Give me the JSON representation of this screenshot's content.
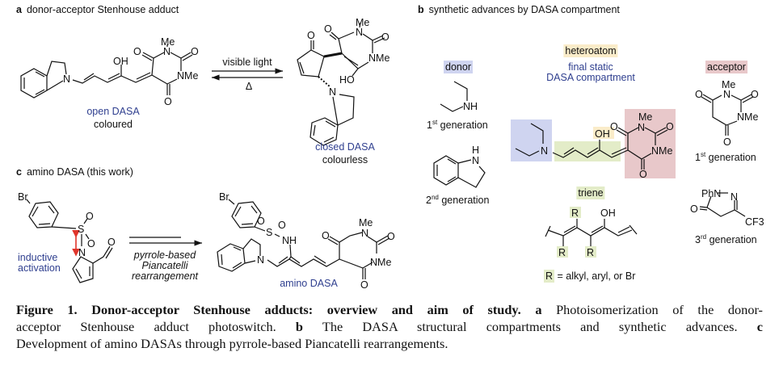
{
  "panel_a": {
    "letter": "a",
    "title": "donor-acceptor Stenhouse adduct",
    "open_label": "open DASA",
    "open_state": "coloured",
    "forward_condition": "visible light",
    "reverse_condition": "Δ",
    "closed_label": "closed DASA",
    "closed_state": "colourless",
    "open_atoms": [
      "N",
      "OH",
      "O",
      "N",
      "Me",
      "O",
      "NMe",
      "O"
    ],
    "closed_atoms": [
      "O",
      "O",
      "N",
      "Me",
      "O",
      "NMe",
      "HO",
      "N"
    ]
  },
  "panel_b": {
    "letter": "b",
    "title": "synthetic advances by DASA compartment",
    "donor": "donor",
    "heteroatom": "heteroatom",
    "final_static": "final static",
    "dasa_compartment": "DASA compartment",
    "acceptor": "acceptor",
    "triene": "triene",
    "donor_gen1": {
      "num": "1",
      "sup": "st",
      "text": "generation"
    },
    "donor_gen2": {
      "num": "2",
      "sup": "nd",
      "text": "generation"
    },
    "acceptor_gen1": {
      "num": "1",
      "sup": "st",
      "text": "generation"
    },
    "acceptor_gen3": {
      "num": "3",
      "sup": "rd",
      "text": "generation"
    },
    "r_definition": {
      "r": "R",
      "text": "=  alkyl, aryl, or Br"
    },
    "donor1_atoms": [
      "NH"
    ],
    "donor2_atoms": [
      "H",
      "N"
    ],
    "core_atoms": [
      "N",
      "OH",
      "O",
      "Me",
      "N",
      "O",
      "NMe",
      "O"
    ],
    "triene_atoms": [
      "R",
      "OH",
      "R",
      "R"
    ],
    "acceptor1_atoms": [
      "Me",
      "N",
      "O",
      "O",
      "NMe",
      "O"
    ],
    "acceptor3_atoms": [
      "PhN",
      "N",
      "O",
      "CF3"
    ],
    "colors": {
      "donor": "#cfd4f0",
      "heteroatom": "#faecc9",
      "triene": "#e3ecc8",
      "acceptor": "#e8c8ca",
      "label_blue": "#2f3f8f",
      "arrow_red": "#e0352b"
    }
  },
  "panel_c": {
    "letter": "c",
    "title": "amino DASA (this work)",
    "activation_line1": "inductive",
    "activation_line2": "activation",
    "condition_line1": "pyrrole-based",
    "condition_line2": "Piancatelli",
    "condition_line3": "rearrangement",
    "product_label": "amino DASA",
    "reactant_atoms": [
      "Br",
      "S",
      "O",
      "O",
      "N",
      "O"
    ],
    "product_atoms": [
      "Br",
      "S",
      "O",
      "O",
      "NH",
      "N",
      "O",
      "N",
      "Me",
      "O",
      "NMe",
      "O"
    ]
  },
  "caption": {
    "bold": "Figure 1. Donor-acceptor Stenhouse adducts: overview and aim of study.",
    "a_letter": "a",
    "a_text_1": "Photoisomerization of the donor-",
    "a_text_2": "acceptor Stenhouse adduct photoswitch.",
    "b_letter": "b",
    "b_text": "The DASA structural compartments and synthetic advances.",
    "c_letter": "c",
    "c_text": "Development of amino DASAs through pyrrole-based Piancatelli rearrangements."
  }
}
